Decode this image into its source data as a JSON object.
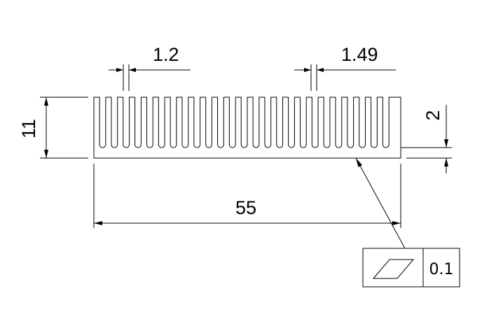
{
  "dimensions": {
    "fin_thickness": "1.2",
    "fin_pitch_gap": "1.49",
    "height": "11",
    "base_thickness": "2",
    "width": "55"
  },
  "tolerance_frame": {
    "symbol_icon": "flatness-parallelogram-icon",
    "value": "0.1"
  },
  "profile": {
    "fin_count": 26
  }
}
